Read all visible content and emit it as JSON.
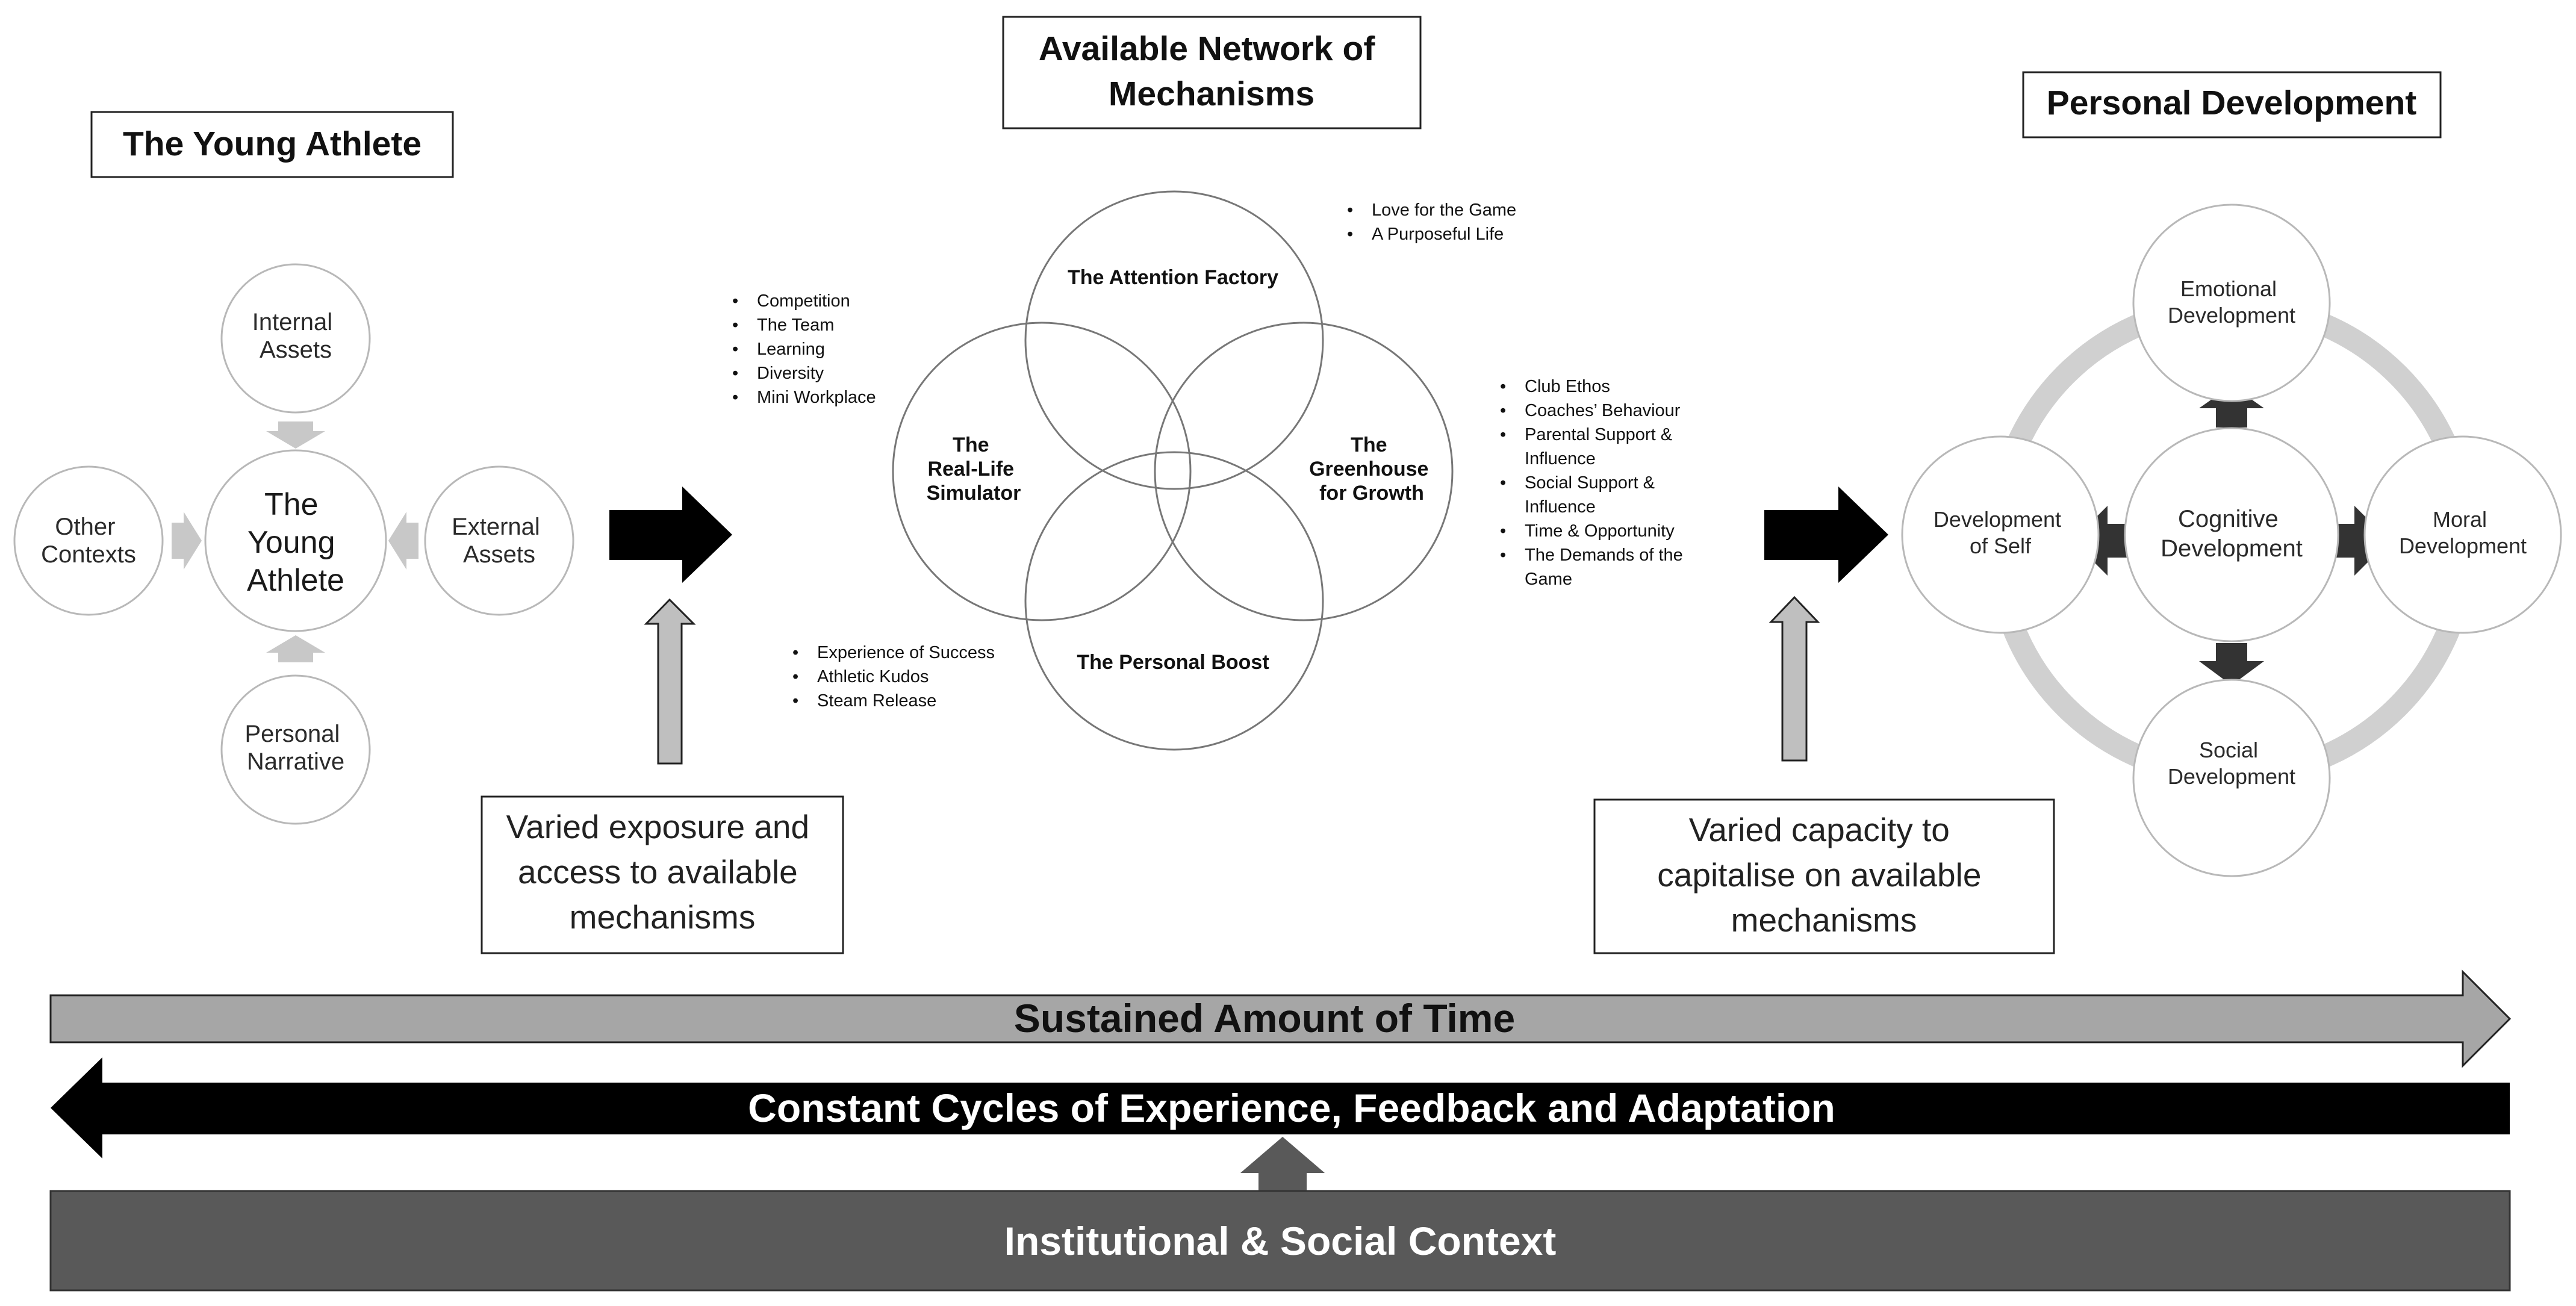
{
  "young_athlete": {
    "title": "The Young Athlete",
    "center_label": [
      "The",
      "Young",
      "Athlete"
    ],
    "internal_assets": [
      "Internal",
      "Assets"
    ],
    "external_assets": [
      "External",
      "Assets"
    ],
    "other_contexts": [
      "Other",
      "Contexts"
    ],
    "personal_narrative": [
      "Personal",
      "Narrative"
    ]
  },
  "mechanisms": {
    "title": [
      "Available Network of",
      "Mechanisms"
    ],
    "attention_factory": [
      "The Attention Factory"
    ],
    "real_life_simulator": [
      "The",
      "Real-Life",
      "Simulator"
    ],
    "greenhouse": [
      "The",
      "Greenhouse",
      "for Growth"
    ],
    "personal_boost": [
      "The Personal Boost"
    ],
    "list_attention": [
      "Love for the Game",
      "A Purposeful Life"
    ],
    "list_simulator": [
      "Competition",
      "The Team",
      "Learning",
      "Diversity",
      "Mini Workplace"
    ],
    "list_greenhouse": [
      "Club Ethos",
      "Coaches’ Behaviour",
      "Parental Support &",
      "Influence",
      "Social Support &",
      "Influence",
      "Time & Opportunity",
      "The Demands of the",
      "Game"
    ],
    "list_boost": [
      "Experience of Success",
      "Athletic Kudos",
      "Steam Release"
    ]
  },
  "personal_development": {
    "title": "Personal Development",
    "emotional": [
      "Emotional",
      "Development"
    ],
    "cognitive": [
      "Cognitive",
      "Development"
    ],
    "self": [
      "Development",
      "of Self"
    ],
    "moral": [
      "Moral",
      "Development"
    ],
    "social": [
      "Social",
      "Development"
    ]
  },
  "notes": {
    "exposure": [
      "Varied exposure and",
      "access to available",
      "mechanisms"
    ],
    "capacity": [
      "Varied capacity to",
      "capitalise on available",
      "mechanisms"
    ]
  },
  "bands": {
    "time": "Sustained Amount of Time",
    "cycles": "Constant Cycles of Experience, Feedback and Adaptation",
    "context": "Institutional & Social Context"
  },
  "colors": {
    "time_band": "#a6a6a6",
    "cycles_band": "#000000",
    "context_band": "#595959",
    "up_arrow": "#bfbfbf",
    "ring": "#d0d0d0"
  }
}
